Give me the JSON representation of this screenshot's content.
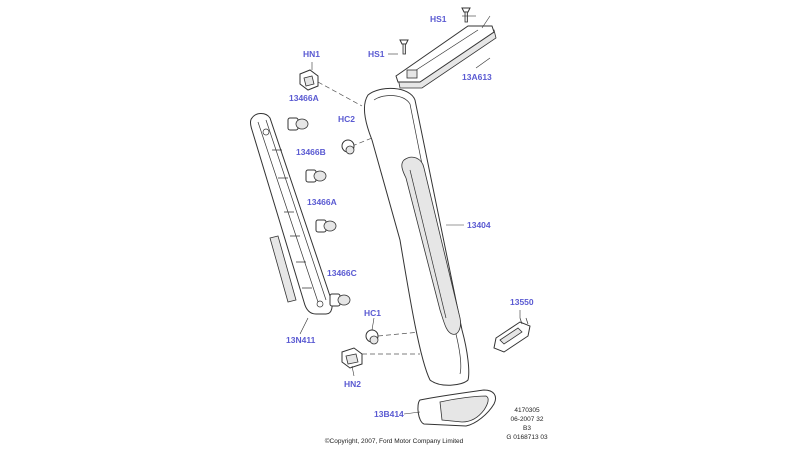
{
  "diagram": {
    "labels": {
      "hs1_top": "HS1",
      "hs1_mid": "HS1",
      "13a613": "13A613",
      "hn1": "HN1",
      "13466a_top": "13466A",
      "hc2": "HC2",
      "13466b": "13466B",
      "13466a_mid": "13466A",
      "13404": "13404",
      "13466c": "13466C",
      "13550": "13550",
      "hc1": "HC1",
      "13n411": "13N411",
      "hn2": "HN2",
      "13b414": "13B414"
    },
    "reference": {
      "line1": "4170305",
      "line2": "06-2007 32",
      "line3": "B3",
      "line4": "G 0168713 03"
    },
    "copyright": "©Copyright, 2007, Ford Motor Company Limited",
    "colors": {
      "label": "#5a5ad2",
      "line": "#333333",
      "shade": "#e6e6e6"
    }
  }
}
